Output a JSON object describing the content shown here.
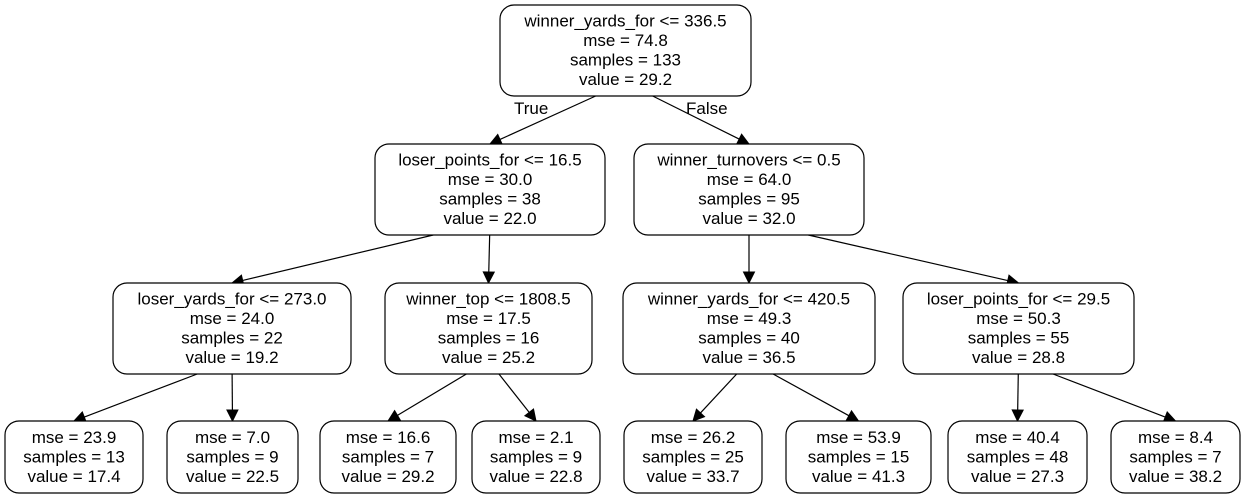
{
  "tree": {
    "nodes": [
      {
        "id": "root",
        "lines": [
          "winner_yards_for <= 336.5",
          "mse = 74.8",
          "samples = 133",
          "value = 29.2"
        ]
      },
      {
        "id": "n1",
        "lines": [
          "loser_points_for <= 16.5",
          "mse = 30.0",
          "samples = 38",
          "value = 22.0"
        ]
      },
      {
        "id": "n2",
        "lines": [
          "winner_turnovers <= 0.5",
          "mse = 64.0",
          "samples = 95",
          "value = 32.0"
        ]
      },
      {
        "id": "n3",
        "lines": [
          "loser_yards_for <= 273.0",
          "mse = 24.0",
          "samples = 22",
          "value = 19.2"
        ]
      },
      {
        "id": "n4",
        "lines": [
          "winner_top <= 1808.5",
          "mse = 17.5",
          "samples = 16",
          "value = 25.2"
        ]
      },
      {
        "id": "n5",
        "lines": [
          "winner_yards_for <= 420.5",
          "mse = 49.3",
          "samples = 40",
          "value = 36.5"
        ]
      },
      {
        "id": "n6",
        "lines": [
          "loser_points_for <= 29.5",
          "mse = 50.3",
          "samples = 55",
          "value = 28.8"
        ]
      },
      {
        "id": "l1",
        "lines": [
          "mse = 23.9",
          "samples = 13",
          "value = 17.4"
        ]
      },
      {
        "id": "l2",
        "lines": [
          "mse = 7.0",
          "samples = 9",
          "value = 22.5"
        ]
      },
      {
        "id": "l3",
        "lines": [
          "mse = 16.6",
          "samples = 7",
          "value = 29.2"
        ]
      },
      {
        "id": "l4",
        "lines": [
          "mse = 2.1",
          "samples = 9",
          "value = 22.8"
        ]
      },
      {
        "id": "l5",
        "lines": [
          "mse = 26.2",
          "samples = 25",
          "value = 33.7"
        ]
      },
      {
        "id": "l6",
        "lines": [
          "mse = 53.9",
          "samples = 15",
          "value = 41.3"
        ]
      },
      {
        "id": "l7",
        "lines": [
          "mse = 40.4",
          "samples = 48",
          "value = 27.3"
        ]
      },
      {
        "id": "l8",
        "lines": [
          "mse = 8.4",
          "samples = 7",
          "value = 38.2"
        ]
      }
    ],
    "edges": [
      {
        "from": "root",
        "to": "n1",
        "label": "True"
      },
      {
        "from": "root",
        "to": "n2",
        "label": "False"
      },
      {
        "from": "n1",
        "to": "n3",
        "label": ""
      },
      {
        "from": "n1",
        "to": "n4",
        "label": ""
      },
      {
        "from": "n2",
        "to": "n5",
        "label": ""
      },
      {
        "from": "n2",
        "to": "n6",
        "label": ""
      },
      {
        "from": "n3",
        "to": "l1",
        "label": ""
      },
      {
        "from": "n3",
        "to": "l2",
        "label": ""
      },
      {
        "from": "n4",
        "to": "l3",
        "label": ""
      },
      {
        "from": "n4",
        "to": "l4",
        "label": ""
      },
      {
        "from": "n5",
        "to": "l5",
        "label": ""
      },
      {
        "from": "n5",
        "to": "l6",
        "label": ""
      },
      {
        "from": "n6",
        "to": "l7",
        "label": ""
      },
      {
        "from": "n6",
        "to": "l8",
        "label": ""
      }
    ]
  }
}
